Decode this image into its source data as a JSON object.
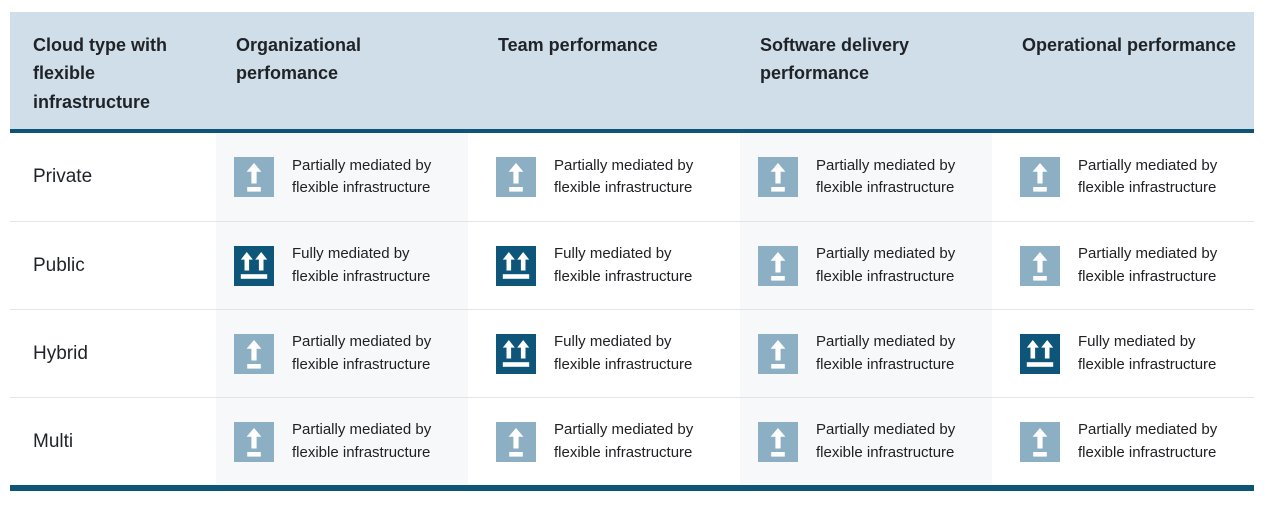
{
  "table": {
    "header": {
      "columns": [
        "Cloud type with flexible infrastructure",
        "Organizational perfomance",
        "Team performance",
        "Software delivery performance",
        "Operational performance"
      ]
    },
    "rows": [
      {
        "label": "Private",
        "cells": [
          "partial",
          "partial",
          "partial",
          "partial"
        ]
      },
      {
        "label": "Public",
        "cells": [
          "full",
          "full",
          "partial",
          "partial"
        ]
      },
      {
        "label": "Hybrid",
        "cells": [
          "partial",
          "full",
          "partial",
          "full"
        ]
      },
      {
        "label": "Multi",
        "cells": [
          "partial",
          "partial",
          "partial",
          "partial"
        ]
      }
    ],
    "states": {
      "partial": {
        "line1": "Partially mediated by",
        "line2": "flexible infrastructure",
        "icon": "single-up-arrow-icon"
      },
      "full": {
        "line1": "Fully mediated by",
        "line2": "flexible infrastructure",
        "icon": "double-up-arrow-icon"
      }
    }
  },
  "chart_data": {
    "type": "table",
    "columns": [
      "Cloud type with flexible infrastructure",
      "Organizational perfomance",
      "Team performance",
      "Software delivery performance",
      "Operational performance"
    ],
    "rows": [
      [
        "Private",
        "Partially mediated by flexible infrastructure",
        "Partially mediated by flexible infrastructure",
        "Partially mediated by flexible infrastructure",
        "Partially mediated by flexible infrastructure"
      ],
      [
        "Public",
        "Fully mediated by flexible infrastructure",
        "Fully mediated by flexible infrastructure",
        "Partially mediated by flexible infrastructure",
        "Partially mediated by flexible infrastructure"
      ],
      [
        "Hybrid",
        "Partially mediated by flexible infrastructure",
        "Fully mediated by flexible infrastructure",
        "Partially mediated by flexible infrastructure",
        "Fully mediated by flexible infrastructure"
      ],
      [
        "Multi",
        "Partially mediated by flexible infrastructure",
        "Partially mediated by flexible infrastructure",
        "Partially mediated by flexible infrastructure",
        "Partially mediated by flexible infrastructure"
      ]
    ],
    "legend": [
      {
        "icon": "single-up-arrow-icon",
        "meaning": "Partially mediated by flexible infrastructure"
      },
      {
        "icon": "double-up-arrow-icon",
        "meaning": "Fully mediated by flexible infrastructure"
      }
    ]
  },
  "colors": {
    "header_bg": "#cfdee8",
    "accent_teal": "#0d5476",
    "partial_icon_bg": "#8dafc3",
    "full_icon_bg": "#0e557a",
    "column_tint": "#f7f8f9",
    "row_separator": "#e2e4e6",
    "text": "#202124"
  }
}
